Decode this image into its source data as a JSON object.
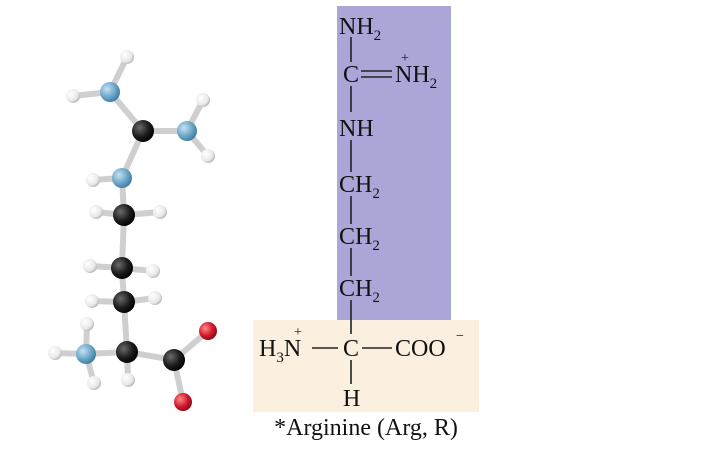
{
  "colors": {
    "side_chain_box": "#aaa7d8",
    "backbone_box": "#fbefe0",
    "carbon_atom": "#1c1c1c",
    "nitrogen_atom": "#6aa6c8",
    "hydrogen_atom": "#eeeeee",
    "oxygen_atom": "#d0182c"
  },
  "formula": {
    "nh2_top": "NH",
    "nh2_top_sub": "2",
    "guanidino_c": "C",
    "imine_n": "NH",
    "imine_sub": "2",
    "imine_charge": "+",
    "nh": "NH",
    "ch2_1": "CH",
    "ch2_1_sub": "2",
    "ch2_2": "CH",
    "ch2_2_sub": "2",
    "ch2_3": "CH",
    "ch2_3_sub": "2",
    "amino_h": "H",
    "amino_sub": "3",
    "amino_n": "N",
    "amino_charge": "+",
    "alpha_c": "C",
    "carboxyl": "COO",
    "carboxyl_charge": "−",
    "alpha_h": "H"
  },
  "caption": "*Arginine (Arg, R)"
}
